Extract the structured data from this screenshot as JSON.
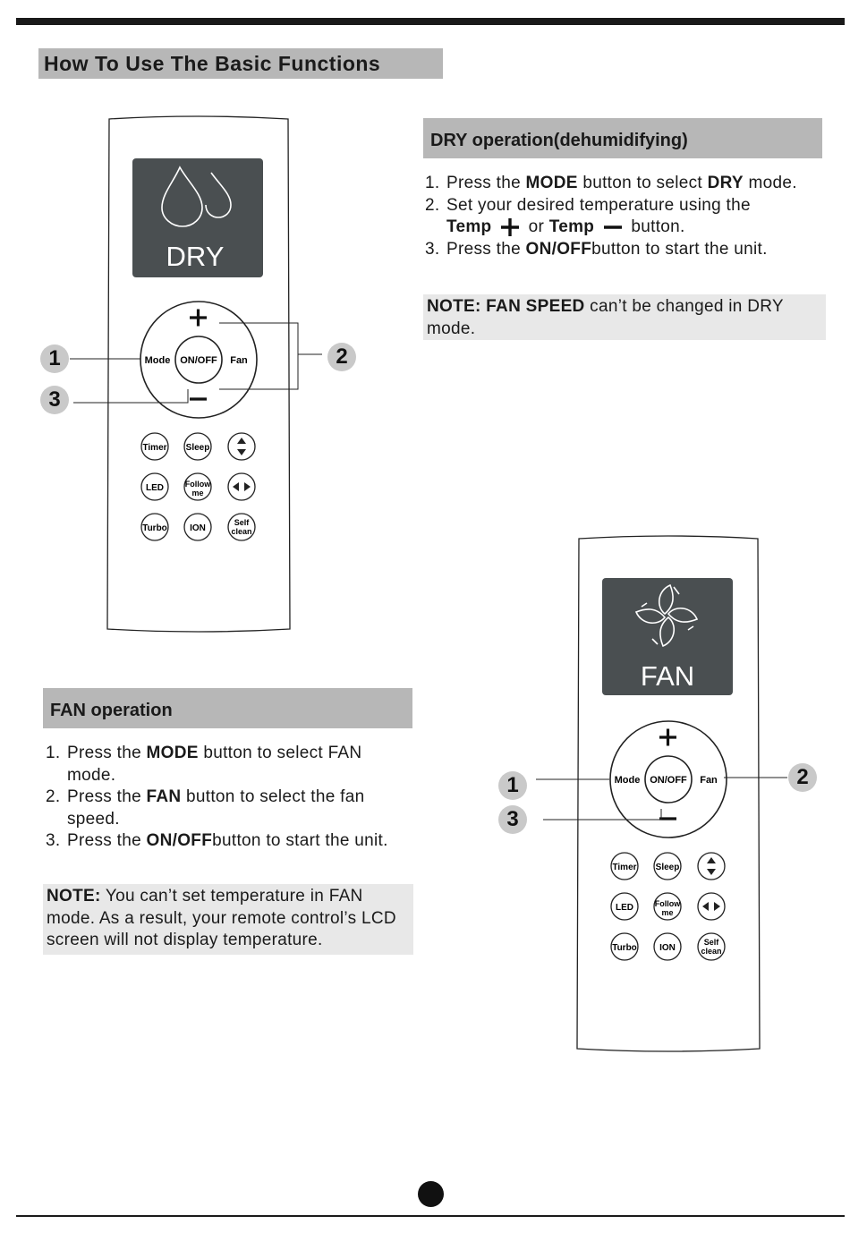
{
  "page": {
    "main_title": "How To Use The Basic Functions"
  },
  "dry": {
    "heading": "DRY operation(dehumidifying)",
    "steps": [
      {
        "num": "1.",
        "pre": "Press the ",
        "b1": "MODE",
        "mid": " button to select ",
        "b2": "DRY",
        "post": " mode."
      },
      {
        "num": "2.",
        "pre": "Set your desired temperature using the",
        "temp1": "Temp",
        "or": "or",
        "temp2": "Temp",
        "post": "button."
      },
      {
        "num": "3.",
        "pre": "Press the ",
        "b1": "ON/OFF",
        "post": "button to start the unit."
      }
    ],
    "note_bold": "NOTE: FAN SPEED",
    "note_text": " can’t be changed in DRY mode."
  },
  "fan": {
    "heading": "FAN operation",
    "steps": [
      {
        "num": "1.",
        "pre": "Press the ",
        "b1": "MODE",
        "post": " button to select FAN mode."
      },
      {
        "num": "2.",
        "pre": "Press the ",
        "b1": "FAN",
        "post": " button to select the fan speed."
      },
      {
        "num": "3.",
        "pre": "Press the ",
        "b1": "ON/OFF",
        "post": "button to start the unit."
      }
    ],
    "note_bold": "NOTE:",
    "note_text": " You can’t set temperature in FAN mode. As a result, your remote control’s LCD screen will not display temperature."
  },
  "remote_dry": {
    "screen_text": "DRY",
    "plus": "+",
    "minus": "–",
    "mode": "Mode",
    "onoff": "ON/OFF",
    "fan": "Fan",
    "buttons": [
      "Timer",
      "Sleep",
      "LED",
      "Follow",
      "me",
      "Turbo",
      "ION",
      "Self",
      "clean"
    ],
    "callouts": [
      "1",
      "2",
      "3"
    ]
  },
  "remote_fan": {
    "screen_text": "FAN",
    "plus": "+",
    "minus": "–",
    "mode": "Mode",
    "onoff": "ON/OFF",
    "fan": "Fan",
    "buttons": [
      "Timer",
      "Sleep",
      "LED",
      "Follow",
      "me",
      "Turbo",
      "ION",
      "Self",
      "clean"
    ],
    "callouts": [
      "1",
      "2",
      "3"
    ]
  },
  "icons": {
    "dry_screen": "water-drops-icon",
    "fan_screen": "fan-icon",
    "swing_vertical": "up-down-arrows-icon",
    "swing_horizontal": "left-right-arrows-icon"
  },
  "colors": {
    "heading_bg": "#b7b7b7",
    "note_bg": "#e8e8e8",
    "lcd_bg": "#4a4f51",
    "callout_bg": "#c9c9c9"
  }
}
